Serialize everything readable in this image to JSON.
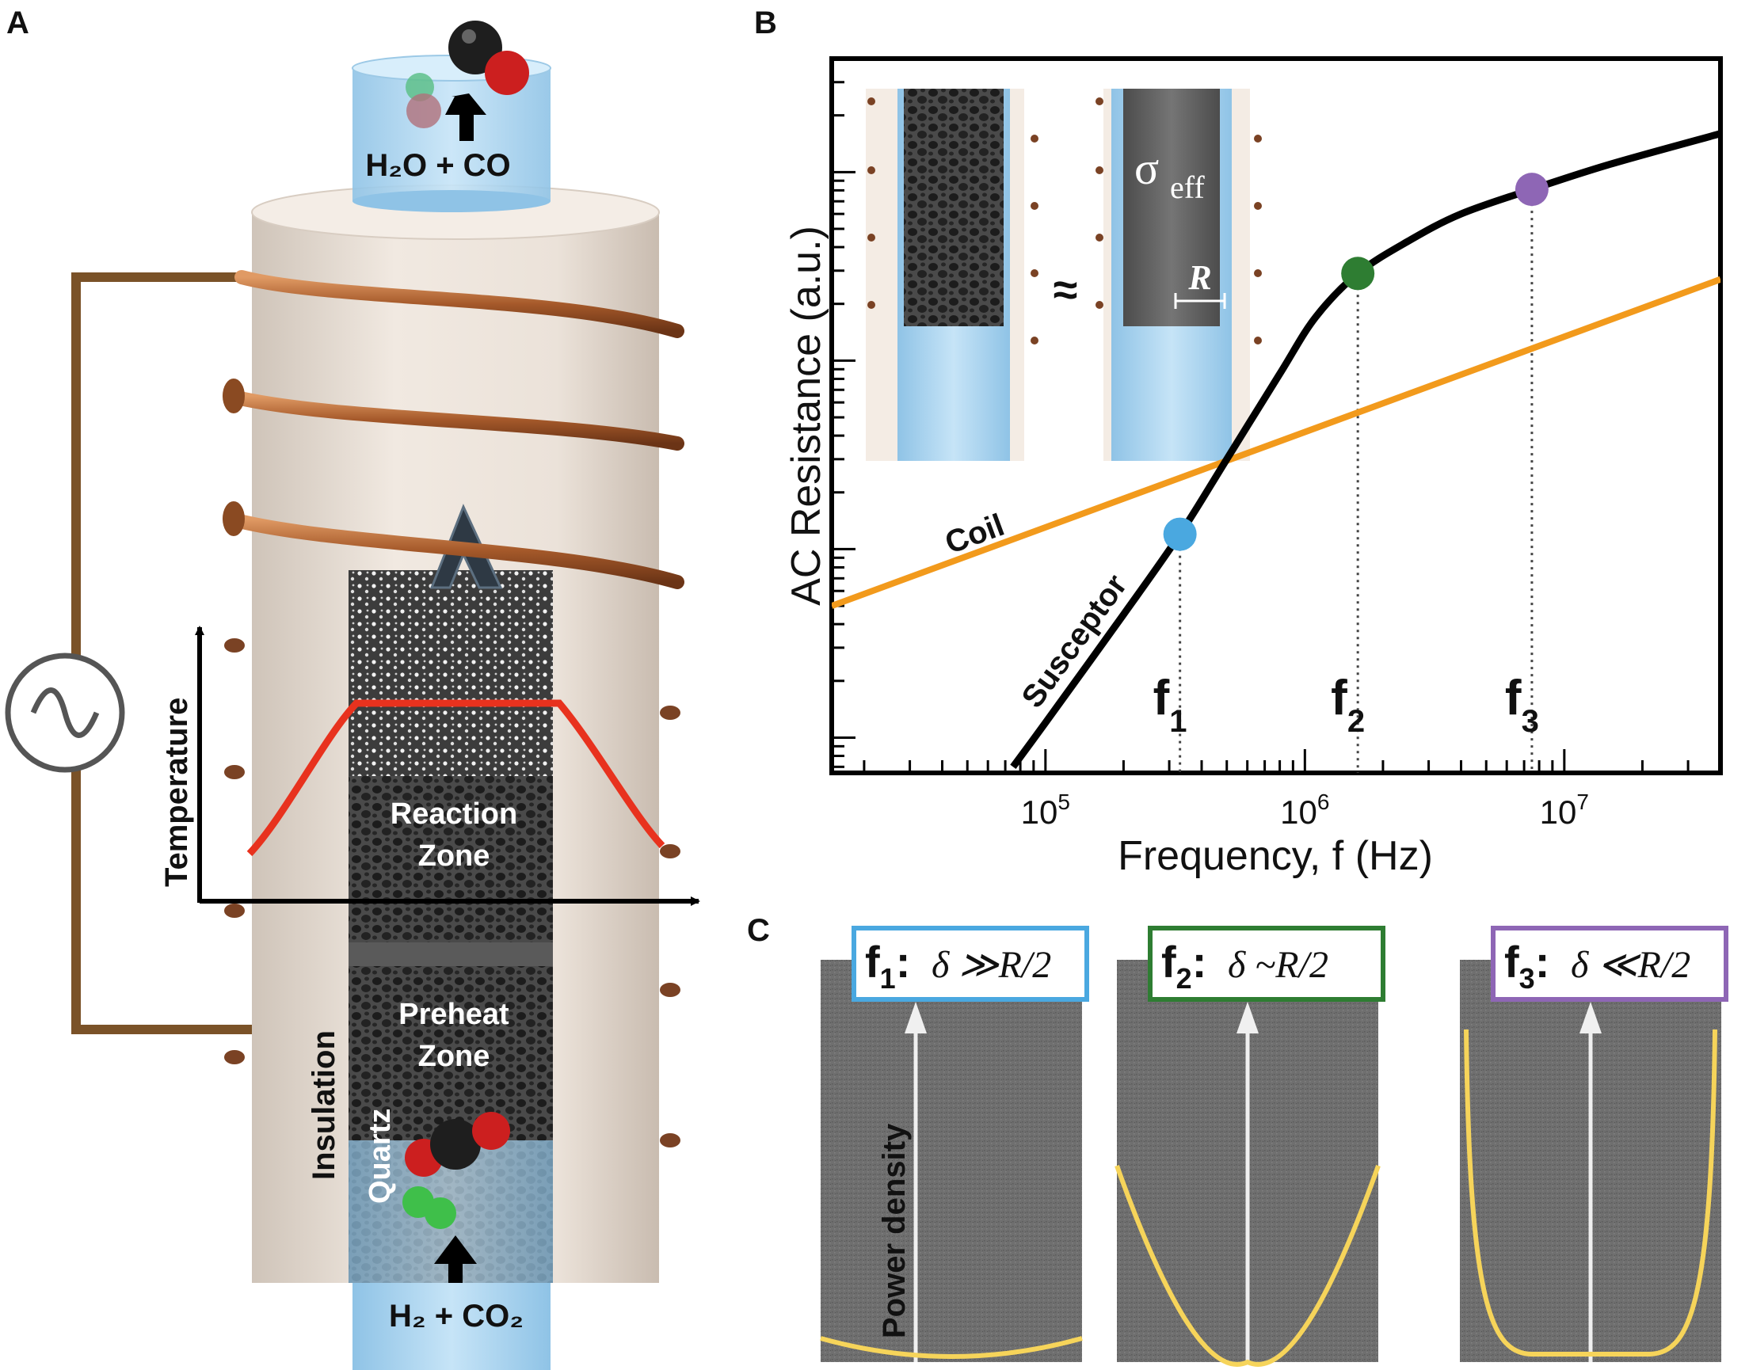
{
  "panels": {
    "a": "A",
    "b": "B",
    "c": "C"
  },
  "panel_a": {
    "outlet_label": "H₂O + CO",
    "inlet_label": "H₂ + CO₂",
    "temperature_axis_label": "Temperature",
    "reaction_zone": [
      "Reaction",
      "Zone"
    ],
    "preheat_zone": [
      "Preheat",
      "Zone"
    ],
    "insulation_label": "Insulation",
    "quartz_label": "Quartz",
    "colors": {
      "copper": "#a8622e",
      "wire": "#7a5228",
      "temperature_curve": "#e8321e",
      "quartz": "#a9d4f0",
      "insulation": "#e9dfd6",
      "foam": "#3a3a3a"
    },
    "icons": [
      "ac-source-icon",
      "co2-molecule-icon",
      "h2-molecule-icon",
      "co-molecule-icon",
      "h2o-molecule-icon",
      "flow-arrow-icon"
    ]
  },
  "panel_b": {
    "approx_symbol": "≈",
    "inset_sigma": "σ",
    "inset_sigma_sub": "eff",
    "inset_radius": "R"
  },
  "chart_data": {
    "type": "line",
    "xscale": "log",
    "yscale": "log",
    "xlabel": "Frequency, f (Hz)",
    "ylabel": "AC Resistance (a.u.)",
    "x_tick_labels": [
      {
        "base": "10",
        "exp": "5"
      },
      {
        "base": "10",
        "exp": "6"
      },
      {
        "base": "10",
        "exp": "7"
      }
    ],
    "xlim": [
      15000,
      40000000
    ],
    "series": [
      {
        "name": "Coil",
        "color": "#f29a1c",
        "x": [
          15000,
          40000000
        ],
        "y": [
          0.05,
          2.7
        ]
      },
      {
        "name": "Susceptor",
        "color": "#000000",
        "x": [
          75000,
          100000,
          200000,
          330000,
          500000,
          800000,
          1100000,
          1600000,
          2500000,
          4000000,
          7500000,
          15000000,
          40000000
        ],
        "y": [
          0.007,
          0.012,
          0.045,
          0.12,
          0.3,
          0.85,
          1.7,
          2.9,
          4.3,
          6.0,
          8.1,
          11.0,
          16.0
        ]
      }
    ],
    "markers": [
      {
        "name": "f",
        "sub": "1",
        "x": 330000,
        "y": 0.12,
        "color": "#4aa8e0"
      },
      {
        "name": "f",
        "sub": "2",
        "x": 1600000,
        "y": 2.9,
        "color": "#2e7d32"
      },
      {
        "name": "f",
        "sub": "3",
        "x": 7500000,
        "y": 8.1,
        "color": "#8e66b5"
      }
    ],
    "grid": false
  },
  "panel_c": {
    "items": [
      {
        "f": "f",
        "sub": "1",
        "colon": ":",
        "relation": "δ ≫R/2",
        "color": "#4aa8e0"
      },
      {
        "f": "f",
        "sub": "2",
        "colon": ":",
        "relation": "δ ~R/2",
        "color": "#2e7d32"
      },
      {
        "f": "f",
        "sub": "3",
        "colon": ":",
        "relation": "δ ≪R/2",
        "color": "#8e66b5"
      }
    ],
    "axis_label": "Power density",
    "curve_color": "#f6d45a"
  }
}
